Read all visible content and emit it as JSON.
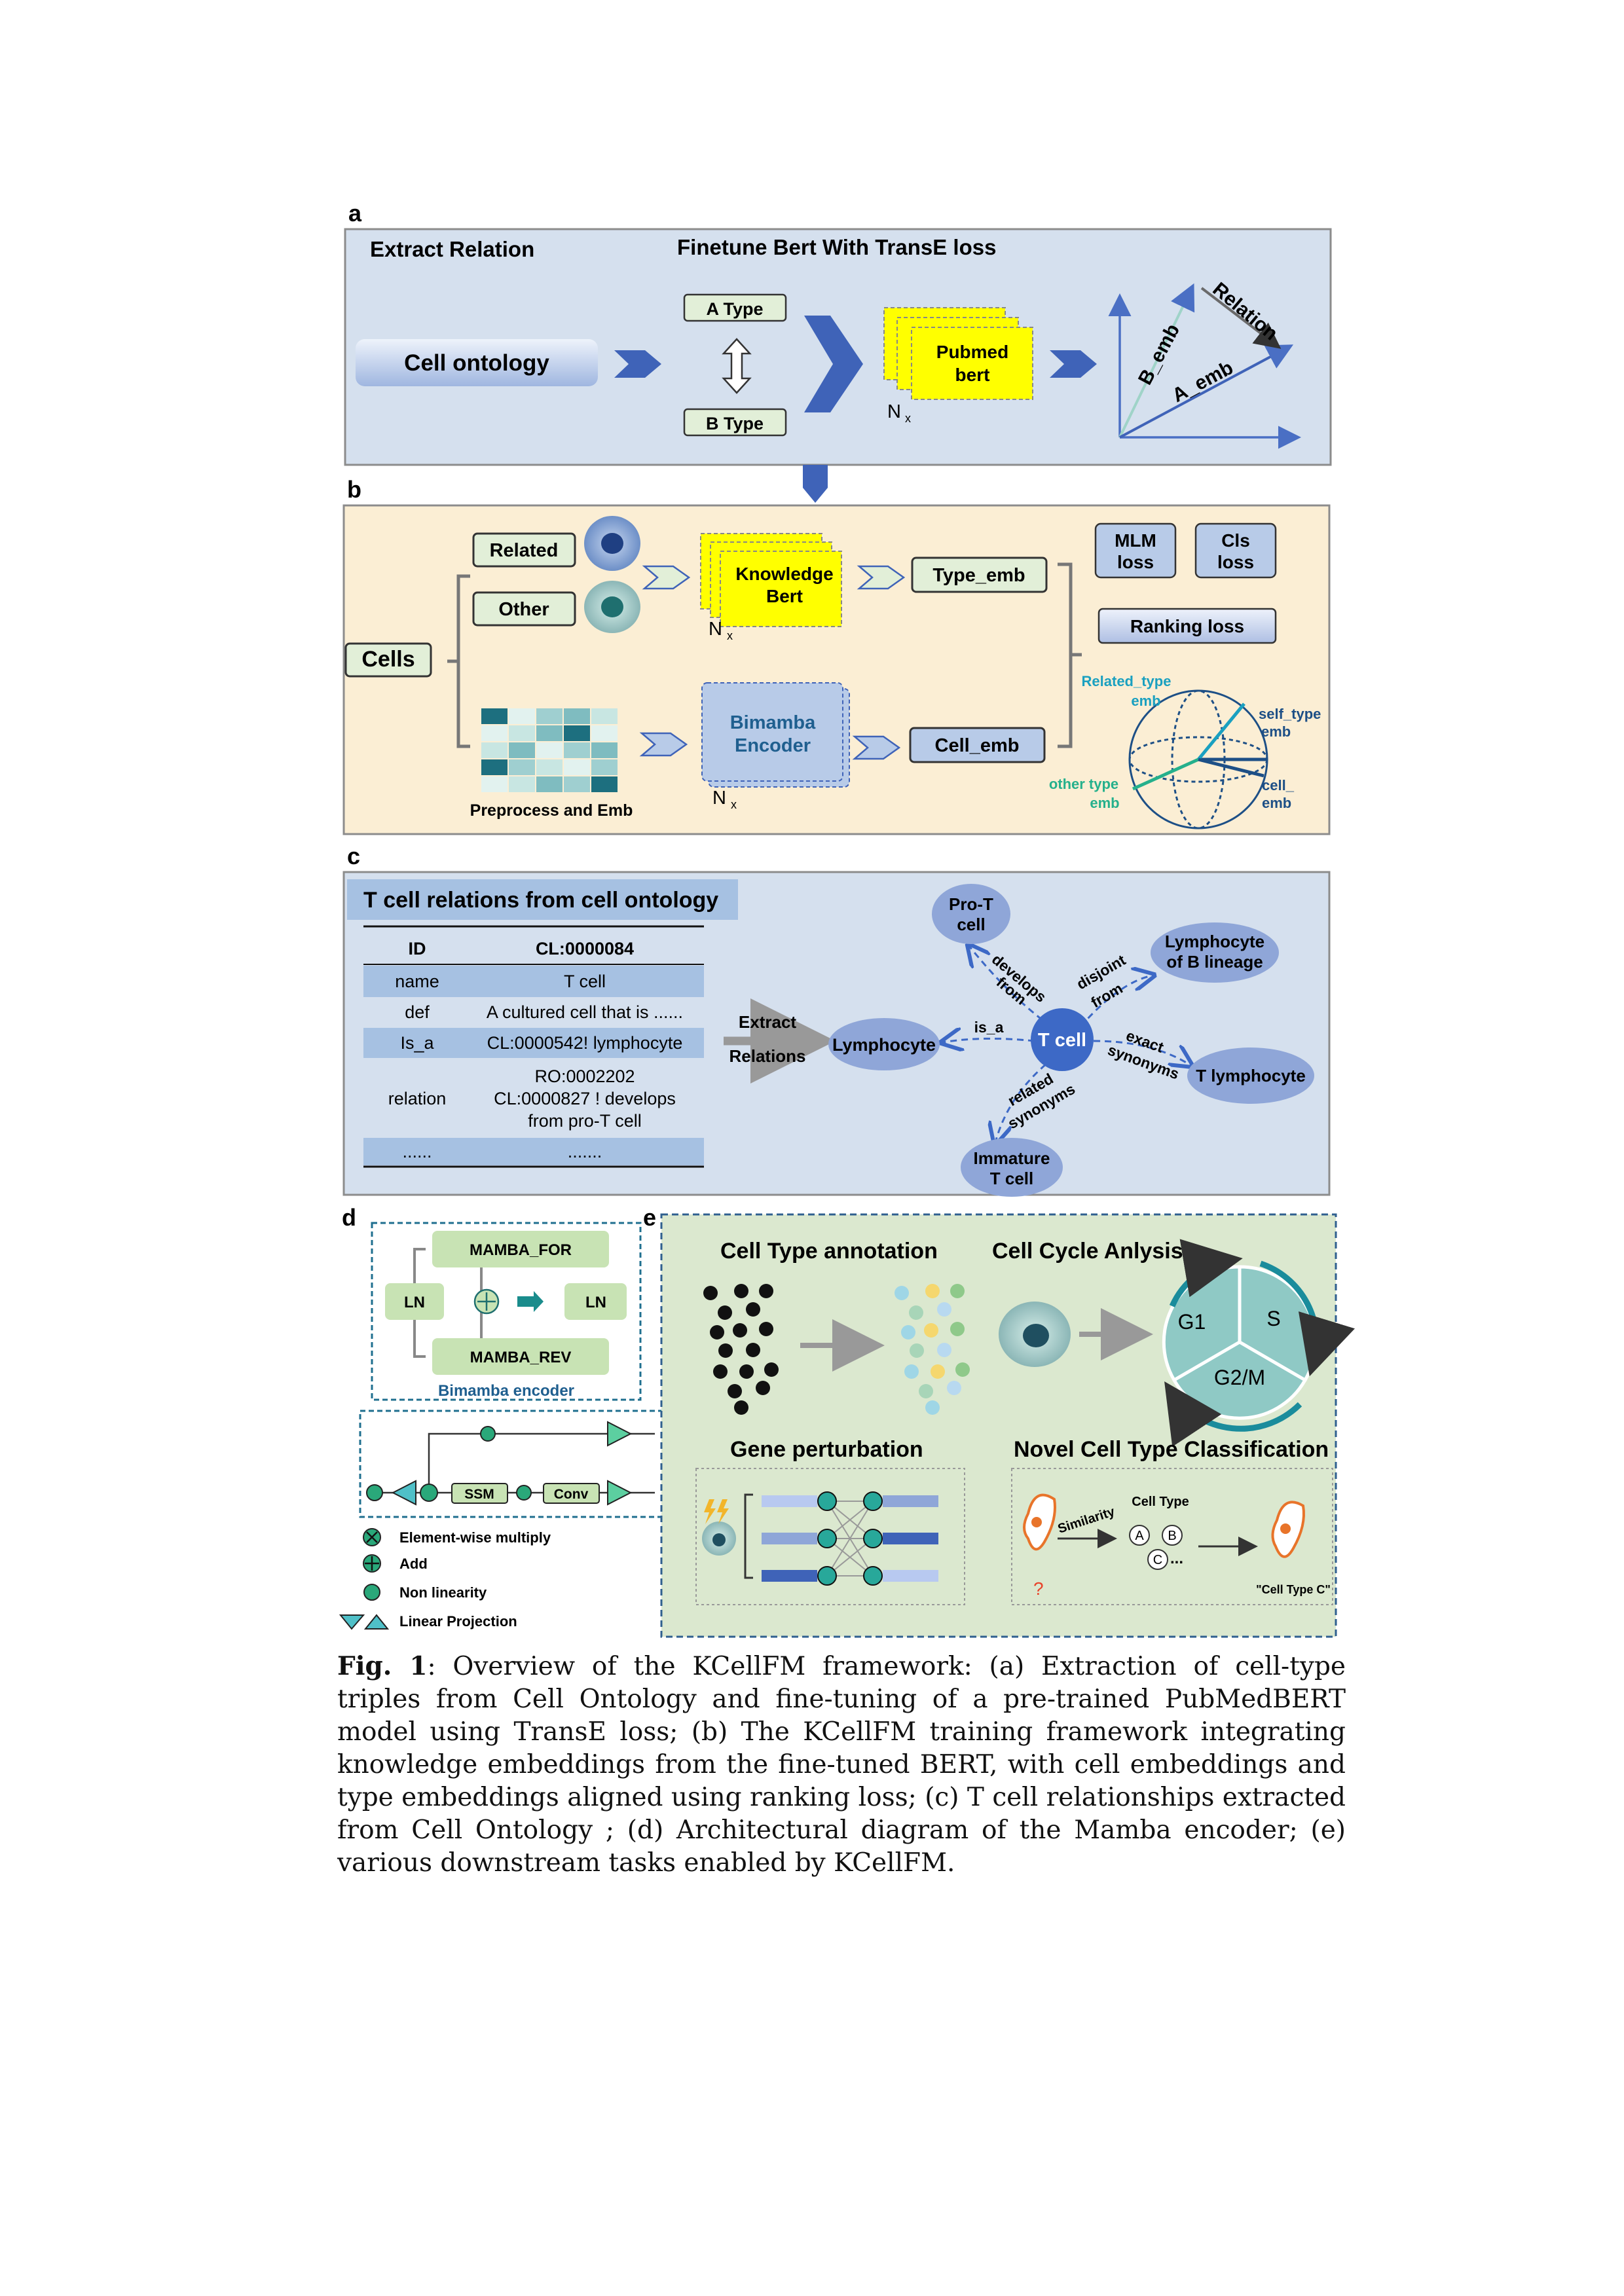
{
  "panels": {
    "a": "a",
    "b": "b",
    "c": "c",
    "d": "d",
    "e": "e"
  },
  "a": {
    "title_left": "Extract Relation",
    "title_center": "Finetune Bert With TransE loss",
    "cell_ontology": "Cell ontology",
    "a_type": "A Type",
    "b_type": "B Type",
    "pubmed_1": "Pubmed",
    "pubmed_2": "bert",
    "nx": "N",
    "nx_sub": "x",
    "b_emb": "B_emb",
    "a_emb": "A_emb",
    "relation": "Relation"
  },
  "b": {
    "cells": "Cells",
    "related": "Related",
    "other": "Other",
    "kb_1": "Knowledge",
    "kb_2": "Bert",
    "nx": "N",
    "nx_sub": "x",
    "type_emb": "Type_emb",
    "cell_emb": "Cell_emb",
    "bimamba_1": "Bimamba",
    "bimamba_2": "Encoder",
    "preprocess": "Preprocess and Emb",
    "mlm_1": "MLM",
    "mlm_2": "loss",
    "cls_1": "Cls",
    "cls_2": "loss",
    "ranking": "Ranking loss",
    "related_type_1": "Related_type",
    "related_type_2": "emb",
    "self_type_1": "self_type",
    "self_type_2": "emb",
    "other_type_1": "other type",
    "other_type_2": "emb",
    "cell_1": "cell_",
    "cell_2": "emb"
  },
  "c": {
    "title": "T cell relations from cell ontology",
    "table": [
      {
        "k": "ID",
        "v": [
          "CL:0000084"
        ]
      },
      {
        "k": "name",
        "v": [
          "T cell"
        ]
      },
      {
        "k": "def",
        "v": [
          "A cultured cell that is ......"
        ]
      },
      {
        "k": "Is_a",
        "v": [
          "CL:0000542! lymphocyte"
        ]
      },
      {
        "k": "relation",
        "v": [
          "RO:0002202",
          "CL:0000827 ! develops",
          "from pro-T cell"
        ]
      },
      {
        "k": "......",
        "v": [
          "......."
        ]
      }
    ],
    "extract_1": "Extract",
    "extract_2": "Relations",
    "lymphocyte": "Lymphocyte",
    "t_cell": "T cell",
    "pro_t_1": "Pro-T",
    "pro_t_2": "cell",
    "lymph_b_1": "Lymphocyte",
    "lymph_b_2": "of B lineage",
    "t_lymph": "T lymphocyte",
    "immature_1": "Immature",
    "immature_2": "T cell",
    "develops_1": "develops",
    "develops_2": "from",
    "disjoint_1": "disjoint",
    "disjoint_2": "from",
    "is_a": "is_a",
    "exact_1": "exact",
    "exact_2": "synonyms",
    "related_1": "related",
    "related_2": "synonyms"
  },
  "d": {
    "mamba_for": "MAMBA_FOR",
    "mamba_rev": "MAMBA_REV",
    "ln": "LN",
    "bimamba": "Bimamba encoder",
    "ssm": "SSM",
    "conv": "Conv",
    "legend": [
      "Element-wise multiply",
      "Add",
      "Non linearity",
      "Linear Projection"
    ]
  },
  "e": {
    "cta": "Cell Type annotation",
    "cca": "Cell Cycle Anlysis",
    "g1": "G1",
    "s": "S",
    "g2m": "G2/M",
    "gp": "Gene perturbation",
    "nct": "Novel Cell Type Classification",
    "similarity": "Similarity",
    "cell_type": "Cell Type",
    "a": "A",
    "bb": "B",
    "cc": "C",
    "dots": "...",
    "q": "?",
    "ctc": "\"Cell Type C\""
  },
  "caption": {
    "label": "Fig. 1",
    "text": ": Overview of the KCellFM framework: (a) Extraction of cell-type triples from Cell Ontology and fine-tuning of a pre-trained PubMedBERT model using TransE loss; (b) The KCellFM training framework integrating knowledge embeddings from the fine-tuned BERT, with cell embeddings and type embeddings aligned using ranking loss; (c) T cell relationships extracted from Cell Ontology ; (d) Architectural diagram of the Mamba encoder; (e) various downstream tasks enabled by KCellFM."
  },
  "colors": {
    "panel_blue": "#d5e0ee",
    "panel_beige": "#fbeed4",
    "panel_green": "#dbe8cf",
    "yellow": "#ffff00",
    "teal": "#1a8c8c",
    "node_blue": "#8fa6d8",
    "tcell": "#3d69c6"
  }
}
